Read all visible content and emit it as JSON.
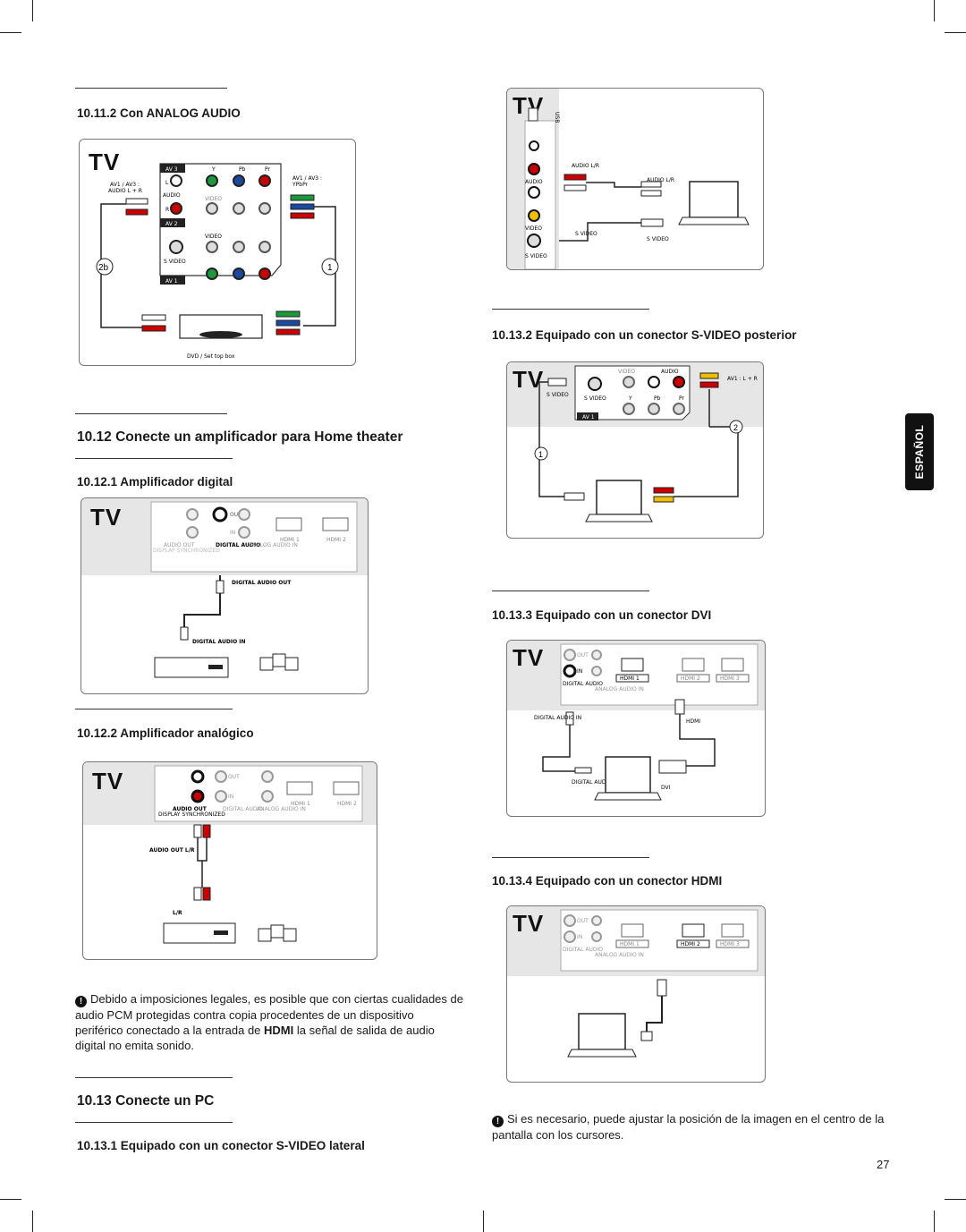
{
  "section_10_11_2": {
    "heading": "10.11.2  Con ANALOG AUDIO",
    "tv_label": "TV",
    "av3": "AV 3",
    "av2": "AV 2",
    "av1": "AV 1",
    "av1av3_left": "AV1 / AV3 :",
    "audio_lr": "AUDIO L + R",
    "av1av3_right": "AV1 / AV3 :",
    "ypbpr": "YPbPr",
    "y": "Y",
    "pb": "Pb",
    "pr": "Pr",
    "l": "L",
    "r": "R",
    "audio": "AUDIO",
    "video": "VIDEO",
    "svideo": "S VIDEO",
    "step_2b": "2b",
    "step_1": "1",
    "device": "DVD / Set top box"
  },
  "section_10_12": {
    "heading": "10.12  Conecte un amplificador para Home theater",
    "sub1": "10.12.1  Amplificador digital",
    "sub2": "10.12.2  Amplificador analógico",
    "tv_label": "TV",
    "display_sync": "DISPLAY SYNC",
    "out": "OUT",
    "in": "IN",
    "audio_out": "AUDIO OUT",
    "display_synchronized": "DISPLAY SYNCHRONIZED",
    "digital_audio": "DIGITAL AUDIO",
    "analog_audio_in": "ANALOG AUDIO IN",
    "hdmi1": "HDMI 1",
    "hdmi2": "HDMI 2",
    "digital_audio_out": "DIGITAL AUDIO OUT",
    "digital_audio_in": "DIGITAL AUDIO IN",
    "audio_out_lr": "AUDIO OUT L/R",
    "lr": "L/R"
  },
  "warning_note": {
    "text_before": "Debido a imposiciones legales, es posible que con ciertas cualidades de audio PCM protegidas contra copia procedentes de un dispositivo periférico conectado a la entrada de ",
    "bold": "HDMI",
    "text_after": " la señal de salida de audio digital no emita sonido."
  },
  "section_10_13": {
    "heading": "10.13  Conecte un PC",
    "sub1": "10.13.1  Equipado con un conector S-VIDEO lateral",
    "sub2": "10.13.2  Equipado con un conector S-VIDEO posterior",
    "sub3": "10.13.3  Equipado con un conector DVI",
    "sub4": "10.13.4  Equipado con un conector HDMI",
    "tv_label": "TV",
    "usb": "USB",
    "audio_lr": "AUDIO L/R",
    "s_video": "S VIDEO",
    "video": "VIDEO",
    "av1_lr": "AV1 : L + R",
    "hdmi": "HDMI",
    "hdmi3": "HDMI 3",
    "dvi": "DVI",
    "step_1": "1",
    "step_2": "2"
  },
  "side_tab": "ESPAÑOL",
  "info_note": "Si es necesario, puede ajustar la posición de la imagen en el centro de la pantalla con los cursores.",
  "page_number": "27"
}
